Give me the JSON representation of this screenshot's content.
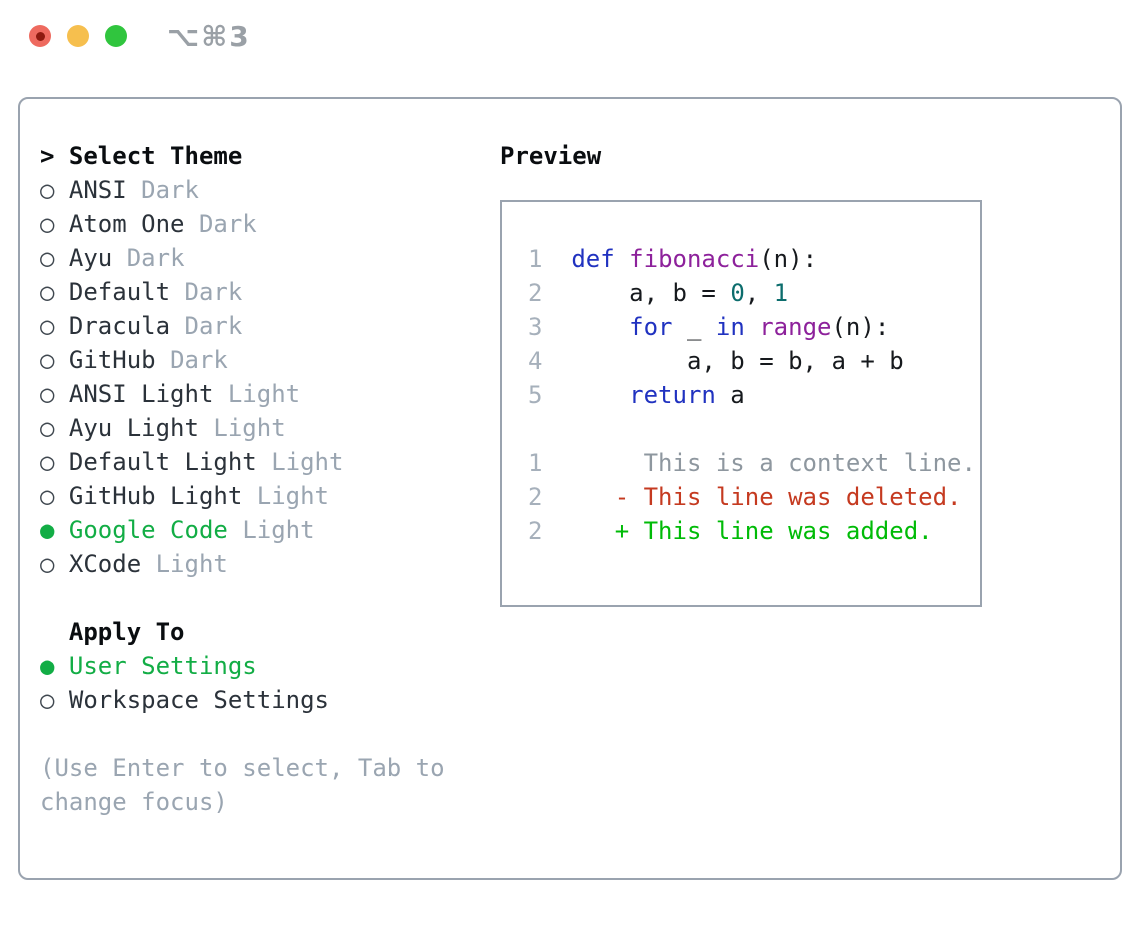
{
  "window": {
    "title": "⌥⌘3",
    "traffic_lights": [
      "close",
      "minimize",
      "zoom"
    ]
  },
  "theme_panel": {
    "header_prompt": ">",
    "header_label": "Select Theme",
    "themes": [
      {
        "name": "ANSI",
        "variant": "Dark",
        "selected": false
      },
      {
        "name": "Atom One",
        "variant": "Dark",
        "selected": false
      },
      {
        "name": "Ayu",
        "variant": "Dark",
        "selected": false
      },
      {
        "name": "Default",
        "variant": "Dark",
        "selected": false
      },
      {
        "name": "Dracula",
        "variant": "Dark",
        "selected": false
      },
      {
        "name": "GitHub",
        "variant": "Dark",
        "selected": false
      },
      {
        "name": "ANSI Light",
        "variant": "Light",
        "selected": false
      },
      {
        "name": "Ayu Light",
        "variant": "Light",
        "selected": false
      },
      {
        "name": "Default Light",
        "variant": "Light",
        "selected": false
      },
      {
        "name": "GitHub Light",
        "variant": "Light",
        "selected": false
      },
      {
        "name": "Google Code",
        "variant": "Light",
        "selected": true
      },
      {
        "name": "XCode",
        "variant": "Light",
        "selected": false
      }
    ],
    "apply_to": {
      "label": "Apply To",
      "options": [
        {
          "name": "User Settings",
          "selected": true
        },
        {
          "name": "Workspace Settings",
          "selected": false
        }
      ]
    },
    "hint_lines": [
      "(Use Enter to select, Tab to",
      "change focus)"
    ]
  },
  "preview": {
    "label": "Preview",
    "code_lines": [
      {
        "num": "1",
        "tokens": [
          {
            "c": "kw",
            "t": "def"
          },
          {
            "c": "pl",
            "t": " "
          },
          {
            "c": "fn",
            "t": "fibonacci"
          },
          {
            "c": "pl",
            "t": "(n):"
          }
        ]
      },
      {
        "num": "2",
        "tokens": [
          {
            "c": "pl",
            "t": "    a, b = "
          },
          {
            "c": "num",
            "t": "0"
          },
          {
            "c": "pl",
            "t": ", "
          },
          {
            "c": "num",
            "t": "1"
          }
        ]
      },
      {
        "num": "3",
        "tokens": [
          {
            "c": "pl",
            "t": "    "
          },
          {
            "c": "kw",
            "t": "for"
          },
          {
            "c": "pl",
            "t": " _ "
          },
          {
            "c": "kw",
            "t": "in"
          },
          {
            "c": "pl",
            "t": " "
          },
          {
            "c": "fn",
            "t": "range"
          },
          {
            "c": "pl",
            "t": "(n):"
          }
        ]
      },
      {
        "num": "4",
        "tokens": [
          {
            "c": "pl",
            "t": "        a, b = b, a + b"
          }
        ]
      },
      {
        "num": "5",
        "tokens": [
          {
            "c": "pl",
            "t": "    "
          },
          {
            "c": "kw",
            "t": "return"
          },
          {
            "c": "pl",
            "t": " a"
          }
        ]
      }
    ],
    "diff_lines": [
      {
        "num": "1",
        "type": "context",
        "marker": " ",
        "text": "This is a context line."
      },
      {
        "num": "2",
        "type": "deleted",
        "marker": "-",
        "text": "This line was deleted."
      },
      {
        "num": "2",
        "type": "added",
        "marker": "+",
        "text": "This line was added."
      }
    ]
  },
  "colors": {
    "selection_green": "#12ad45",
    "diff_added": "#00bb07",
    "diff_deleted": "#c53a20",
    "diff_context": "#8e979f",
    "keyword_blue": "#2032c0",
    "function_purple": "#8d219b",
    "literal_teal": "#0c6d6d",
    "line_number_gray": "#a6b0bb",
    "muted_gray": "#9aa5b1",
    "border_gray": "#9aa3af",
    "traffic_red": "#ee6a5f",
    "traffic_yellow": "#f6bf4e",
    "traffic_green": "#30c53e"
  }
}
